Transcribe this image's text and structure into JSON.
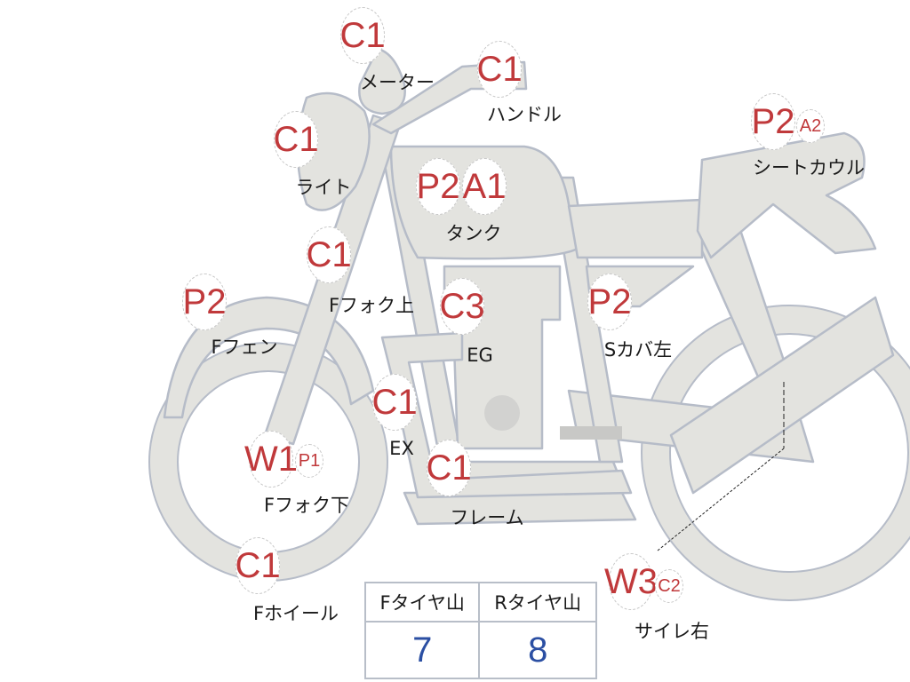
{
  "colors": {
    "part_fill": "#e3e3df",
    "part_stroke": "#b6bcc8",
    "code": "#c0393b",
    "value": "#2b4fa3"
  },
  "parts": [
    {
      "name": "meter",
      "codes": [
        "C1"
      ],
      "label": "メーター"
    },
    {
      "name": "handle",
      "codes": [
        "C1"
      ],
      "label": "ハンドル"
    },
    {
      "name": "light",
      "codes": [
        "C1"
      ],
      "label": "ライト"
    },
    {
      "name": "tank",
      "codes": [
        "P2",
        "A1"
      ],
      "label": "タンク"
    },
    {
      "name": "seat-cowl",
      "codes": [
        "P2",
        "A2"
      ],
      "label": "シートカウル"
    },
    {
      "name": "front-fork-upper",
      "codes": [
        "C1"
      ],
      "label": "Fフォク上"
    },
    {
      "name": "front-fender",
      "codes": [
        "P2"
      ],
      "label": "Fフェン"
    },
    {
      "name": "engine",
      "codes": [
        "C3"
      ],
      "label": "EG"
    },
    {
      "name": "side-cover-left",
      "codes": [
        "P2"
      ],
      "label": "Sカバ左"
    },
    {
      "name": "exhaust",
      "codes": [
        "C1"
      ],
      "label": "EX"
    },
    {
      "name": "front-fork-lower",
      "codes": [
        "W1",
        "P1"
      ],
      "label": "Fフォク下"
    },
    {
      "name": "frame",
      "codes": [
        "C1"
      ],
      "label": "フレーム"
    },
    {
      "name": "front-wheel",
      "codes": [
        "C1"
      ],
      "label": "Fホイール"
    },
    {
      "name": "silencer-right",
      "codes": [
        "W3",
        "C2"
      ],
      "label": "サイレ右"
    }
  ],
  "tread": {
    "front_label": "Fタイヤ山",
    "rear_label": "Rタイヤ山",
    "front_value": "7",
    "rear_value": "8"
  }
}
